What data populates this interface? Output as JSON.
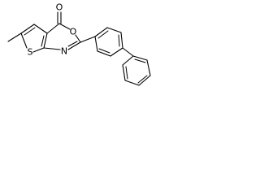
{
  "molecule": {
    "atom_labels": {
      "carbonyl_oxygen": "O",
      "ring_oxygen": "O",
      "ring_nitrogen": "N",
      "thiophene_sulfur": "S"
    }
  },
  "colors": {
    "background": "#ffffff",
    "bonds": "#000000",
    "labels": "#000000"
  }
}
